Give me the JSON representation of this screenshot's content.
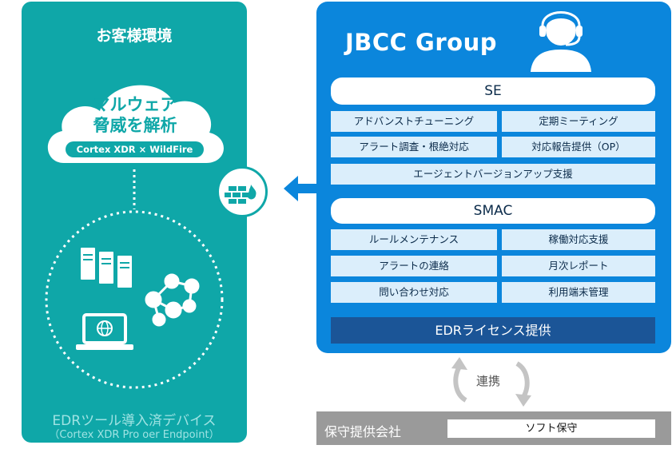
{
  "left": {
    "title": "お客様環境",
    "cloud_line1": "マルウェア",
    "cloud_line2": "脅威を解析",
    "cloud_pill": "Cortex XDR × WildFire",
    "device_label": "EDRツール導入済デバイス",
    "device_sublabel": "（Cortex XDR Pro oer Endpoint）"
  },
  "right": {
    "title": "JBCC Group",
    "se": {
      "label": "SE",
      "items": [
        "アドバンストチューニング",
        "定期ミーティング",
        "アラート調査・根絶対応",
        "対応報告提供（OP）",
        "エージェントバージョンアップ支援"
      ]
    },
    "smac": {
      "label": "SMAC",
      "items": [
        "ルールメンテナンス",
        "稼働対応支援",
        "アラートの連絡",
        "月次レポート",
        "問い合わせ対応",
        "利用端末管理"
      ]
    },
    "edr_license": "EDRライセンス提供"
  },
  "link": {
    "label": "連携"
  },
  "vendor": {
    "label": "保守提供会社",
    "service": "ソフト保守"
  },
  "colors": {
    "teal": "#0fa7a8",
    "blue": "#0b86dc",
    "navy": "#1b5597",
    "cell": "#dbeefb",
    "gray": "#9a9a9a"
  }
}
